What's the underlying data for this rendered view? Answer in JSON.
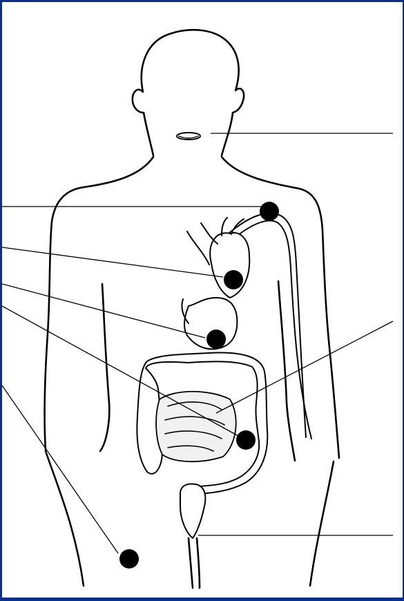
{
  "diagram": {
    "background_color": "#ffffff",
    "border_color": "#0b2f8c",
    "marker_color": "#000000",
    "markers": [
      {
        "name": "shoulder"
      },
      {
        "name": "heart"
      },
      {
        "name": "stomach"
      },
      {
        "name": "lower-abdomen"
      },
      {
        "name": "thigh"
      }
    ],
    "organs": [
      "thyroid",
      "heart",
      "stomach",
      "large-intestine",
      "small-intestine",
      "bladder",
      "arm-vessel"
    ],
    "labels": []
  }
}
